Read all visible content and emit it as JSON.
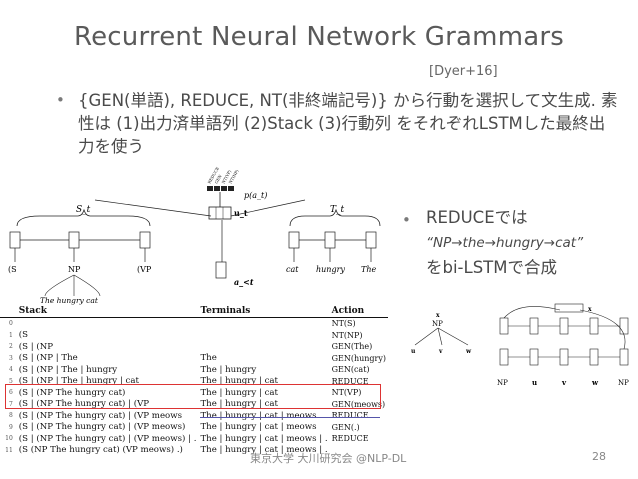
{
  "slide": {
    "title": "Recurrent Neural Network Grammars",
    "reference": "[Dyer+16]",
    "bullet1": "{GEN(単語), REDUCE, NT(非終端記号)} から行動を選択して文生成. 素性は (1)出力済単語列 (2)Stack (3)行動列 をそれぞれLSTMした最終出力を使う",
    "bullet2_head": "REDUCEでは",
    "bullet2_seq": "“NP→the→hungry→cat”",
    "bullet2_tail": "をbi-LSTMで合成",
    "footer": "東京大学 大川研究会 @NLP-DL",
    "page_number": "28"
  },
  "diagram": {
    "s_label": "S_t",
    "t_label": "T_t",
    "p_label": "p(a_t)",
    "u_label": "u_t",
    "a_label": "a_<t",
    "stack_tokens": [
      "(S",
      "NP",
      "(VP"
    ],
    "term_tokens": [
      "cat",
      "hungry",
      "The"
    ],
    "np_children": "The  hungry  cat",
    "softmax_labels": [
      "REDUCE",
      "GEN",
      "NT(VP)",
      "NT(NP)"
    ],
    "mini": {
      "x": "x",
      "np": "NP",
      "u": "u",
      "v": "v",
      "w": "w",
      "x2": "x",
      "bottom": [
        "NP",
        "u",
        "v",
        "w",
        "NP"
      ]
    }
  },
  "table": {
    "headers": [
      "Stack",
      "Terminals",
      "Action"
    ],
    "rows": [
      {
        "i": "0",
        "stack": "",
        "term": "",
        "act": "NT(S)"
      },
      {
        "i": "1",
        "stack": "(S",
        "term": "",
        "act": "NT(NP)"
      },
      {
        "i": "2",
        "stack": "(S | (NP",
        "term": "",
        "act": "GEN(The)"
      },
      {
        "i": "3",
        "stack": "(S | (NP | The",
        "term": "The",
        "act": "GEN(hungry)"
      },
      {
        "i": "4",
        "stack": "(S | (NP | The | hungry",
        "term": "The | hungry",
        "act": "GEN(cat)"
      },
      {
        "i": "5",
        "stack": "(S | (NP | The | hungry | cat",
        "term": "The | hungry | cat",
        "act": "REDUCE"
      },
      {
        "i": "6",
        "stack": "(S | (NP The hungry cat)",
        "term": "The | hungry | cat",
        "act": "NT(VP)"
      },
      {
        "i": "7",
        "stack": "(S | (NP The hungry cat) | (VP",
        "term": "The | hungry | cat",
        "act": "GEN(meows)"
      },
      {
        "i": "8",
        "stack": "(S | (NP The hungry cat) | (VP meows",
        "term": "The | hungry | cat | meows",
        "act": "REDUCE"
      },
      {
        "i": "9",
        "stack": "(S | (NP The hungry cat) | (VP meows)",
        "term": "The | hungry | cat | meows",
        "act": "GEN(.)"
      },
      {
        "i": "10",
        "stack": "(S | (NP The hungry cat) | (VP meows) | .",
        "term": "The | hungry | cat | meows | .",
        "act": "REDUCE"
      },
      {
        "i": "11",
        "stack": "(S (NP The hungry cat) (VP meows) .)",
        "term": "The | hungry | cat | meows | .",
        "act": ""
      }
    ]
  }
}
